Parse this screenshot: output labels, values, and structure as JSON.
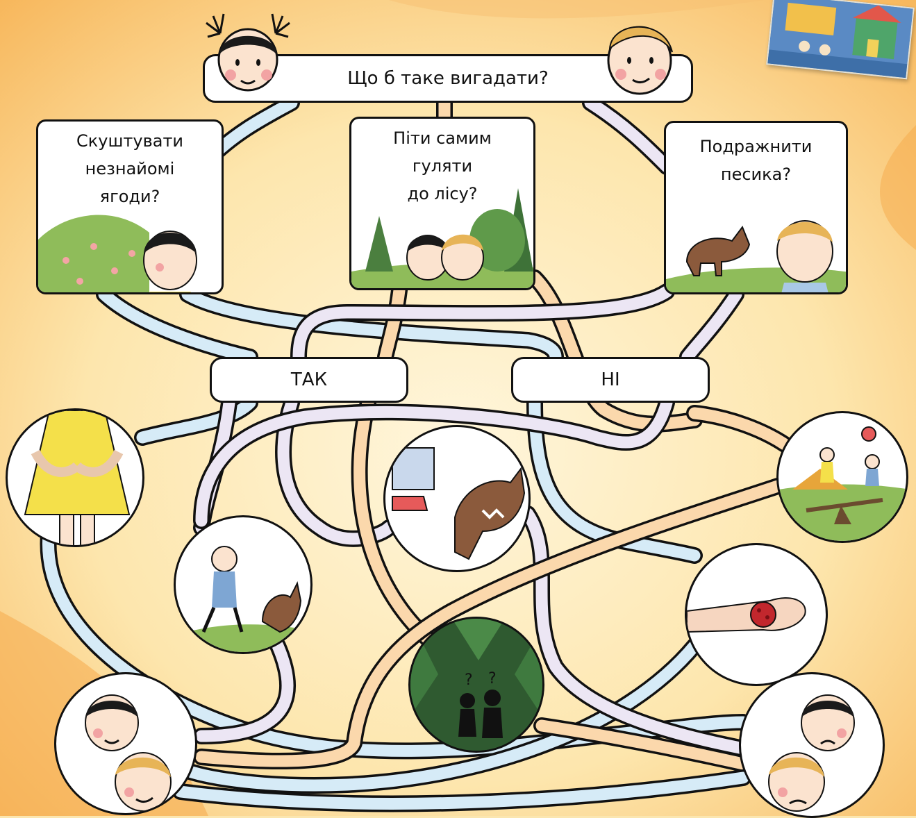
{
  "title": "Що б таке вигадати?",
  "questions": [
    {
      "label": "Скуштувати\nнезнайомі\nягоди?",
      "icon": "berries-girl-illustration"
    },
    {
      "label": "Піти самим\nгуляти\nдо лісу?",
      "icon": "forest-children-illustration"
    },
    {
      "label": "Подражнити\nпесика?",
      "icon": "dog-boy-illustration"
    }
  ],
  "answers": {
    "yes": "ТАК",
    "no": "НІ"
  },
  "outcomes": [
    "stomach-ache-icon",
    "boy-walking-past-dog-icon",
    "dog-biting-icon",
    "children-playing-ball-icon",
    "hand-with-berry-icon",
    "lost-in-forest-icon",
    "happy-children-icon",
    "sad-children-icon"
  ],
  "colors": {
    "background": "#fbe6b0",
    "path_blue": "#d6ebf7",
    "path_orange": "#fbd8ac",
    "path_lilac": "#ece6f4",
    "outline": "#111111"
  }
}
